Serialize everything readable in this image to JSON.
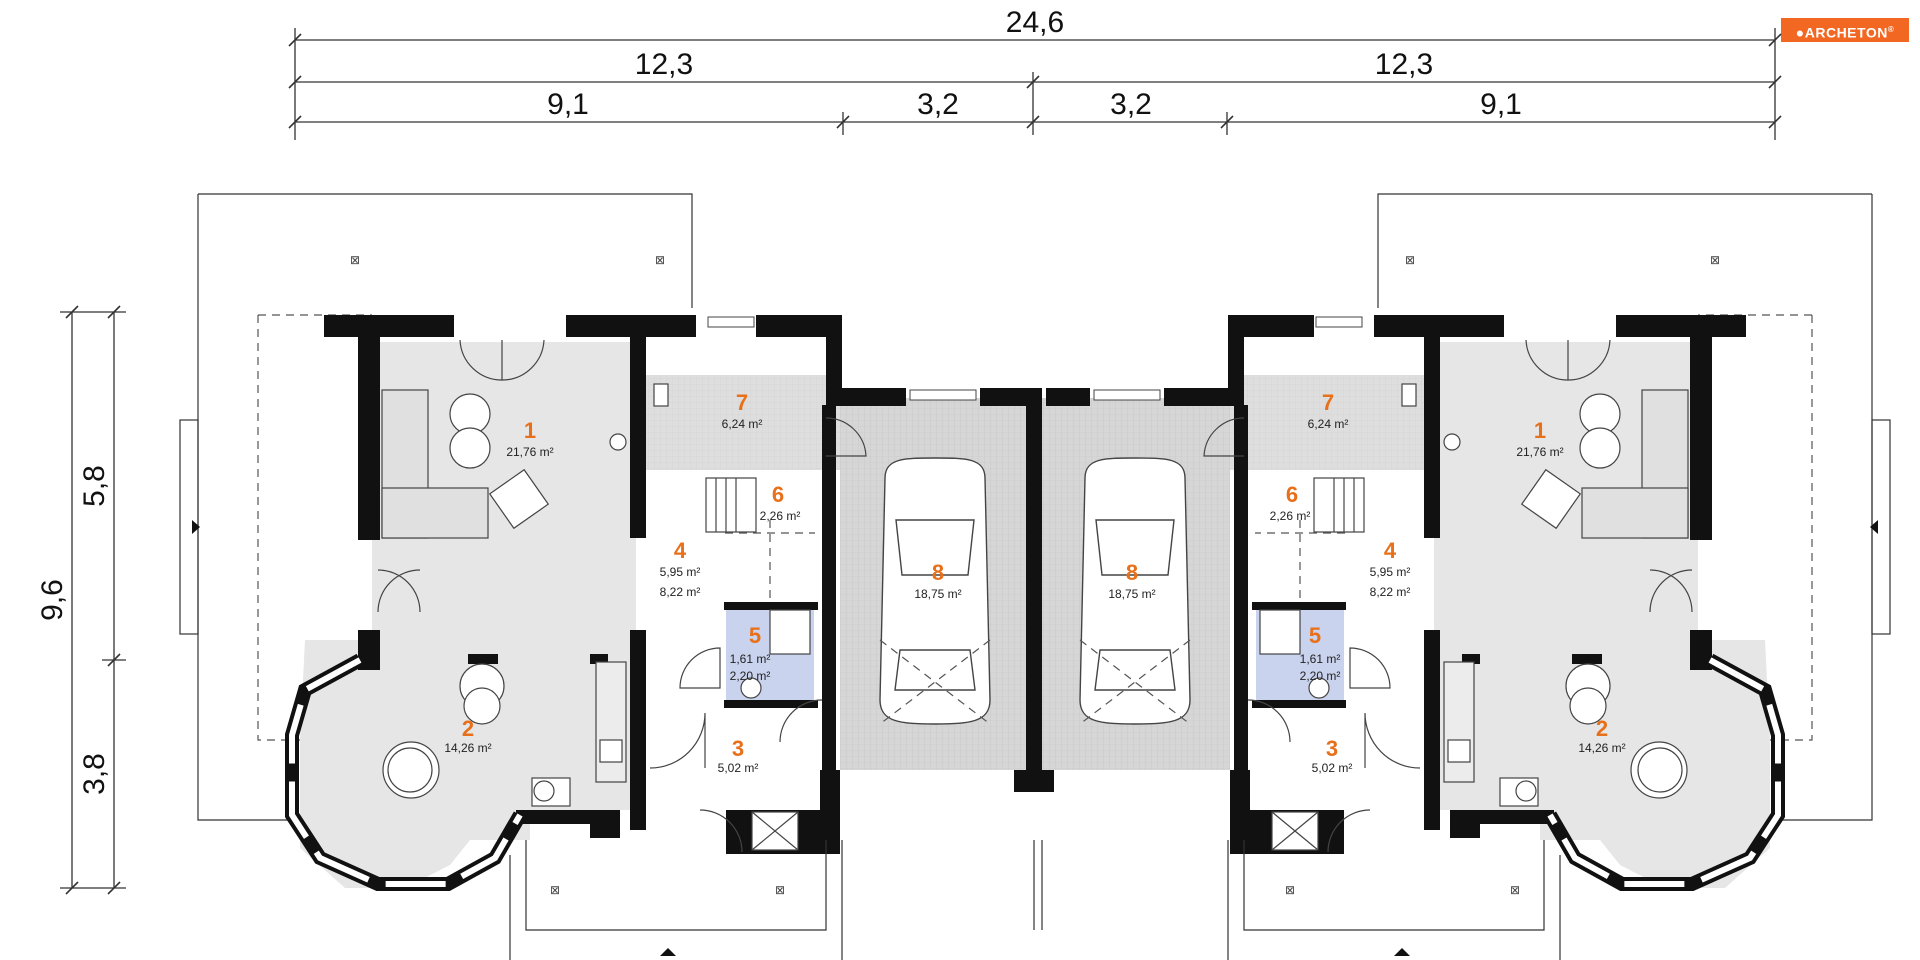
{
  "logo": {
    "text": "ARCHETON",
    "mark": "®",
    "color": "#f26722"
  },
  "dimensions": {
    "top_total": "24,6",
    "top_half_left": "12,3",
    "top_half_right": "12,3",
    "top_left_a": "9,1",
    "top_left_b": "3,2",
    "top_right_a": "3,2",
    "top_right_b": "9,1",
    "side_total": "9,6",
    "side_upper": "5,8",
    "side_lower": "3,8"
  },
  "left_unit": {
    "rooms": [
      {
        "num": "1",
        "area": "21,76 m²"
      },
      {
        "num": "2",
        "area": "14,26 m²"
      },
      {
        "num": "3",
        "area": "5,02 m²"
      },
      {
        "num": "4",
        "area": "5,95 m²",
        "area2": "8,22 m²"
      },
      {
        "num": "5",
        "area": "1,61 m²",
        "area2": "2,20 m²"
      },
      {
        "num": "6",
        "area": "2,26 m²"
      },
      {
        "num": "7",
        "area": "6,24 m²"
      },
      {
        "num": "8",
        "area": "18,75 m²"
      }
    ]
  },
  "right_unit": {
    "rooms": [
      {
        "num": "1",
        "area": "21,76 m²"
      },
      {
        "num": "2",
        "area": "14,26 m²"
      },
      {
        "num": "3",
        "area": "5,02 m²"
      },
      {
        "num": "4",
        "area": "5,95 m²",
        "area2": "8,22 m²"
      },
      {
        "num": "5",
        "area": "1,61 m²",
        "area2": "2,20 m²"
      },
      {
        "num": "6",
        "area": "2,26 m²"
      },
      {
        "num": "7",
        "area": "6,24 m²"
      },
      {
        "num": "8",
        "area": "18,75 m²"
      }
    ]
  },
  "colors": {
    "accent": "#e8701a",
    "wall": "#111111",
    "floor": "#e4e4e4",
    "bathroom": "#c9d3ee",
    "garage": "#d8d8d8"
  }
}
